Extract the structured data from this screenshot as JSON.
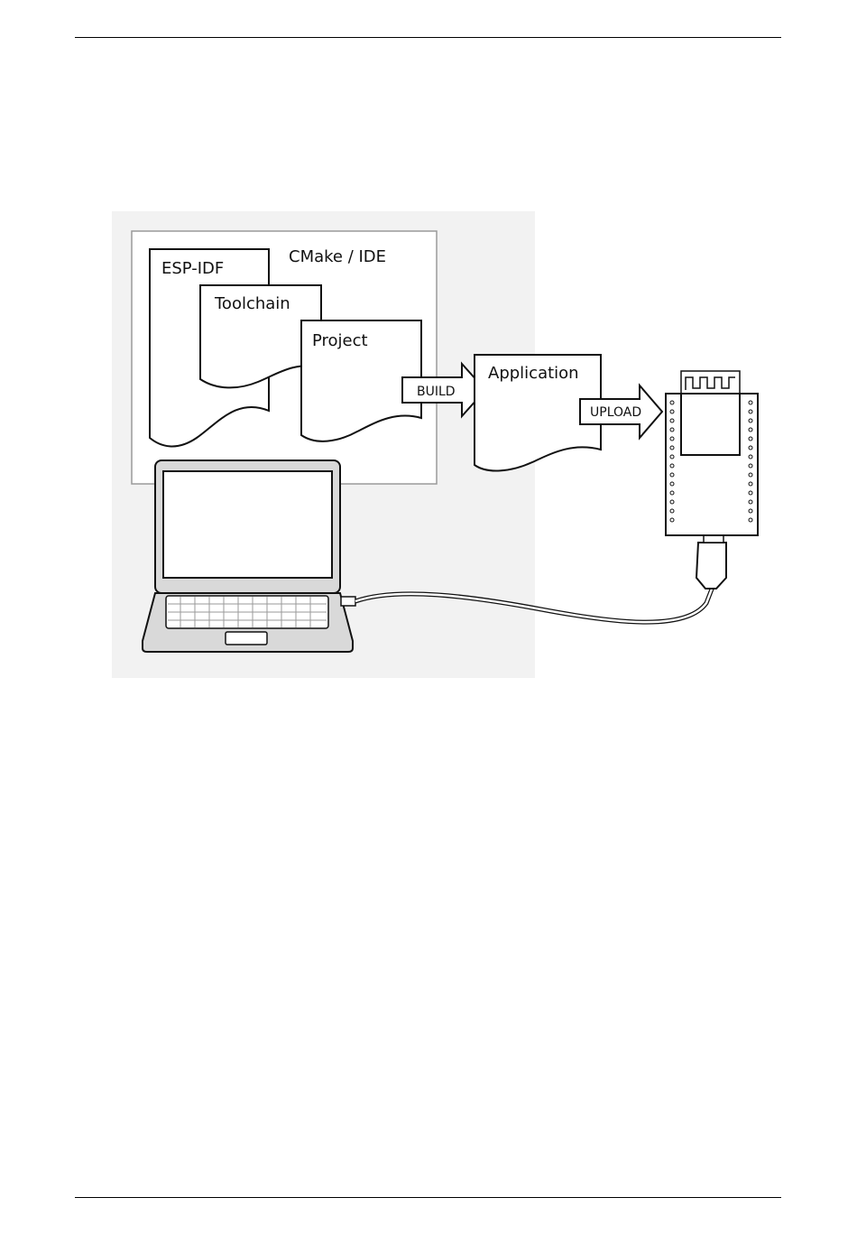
{
  "diagram": {
    "environment_label": "CMake / IDE",
    "documents": {
      "esp_idf": "ESP-IDF",
      "toolchain": "Toolchain",
      "project": "Project",
      "application": "Application"
    },
    "arrows": {
      "build": "BUILD",
      "upload": "UPLOAD"
    },
    "colors": {
      "panel_background": "#f2f2f2",
      "ink": "#111111",
      "paper": "#ffffff",
      "laptop_body": "#d9d9d9"
    }
  }
}
